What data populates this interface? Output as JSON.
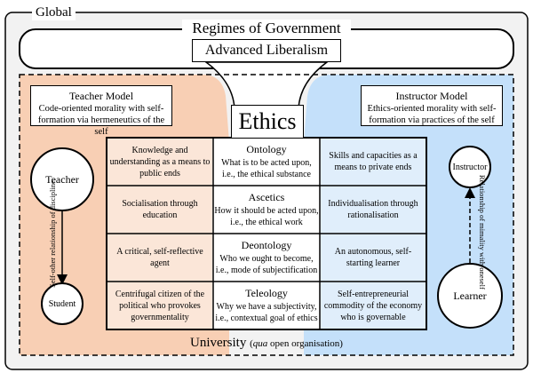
{
  "global_label": "Global",
  "regimes_label": "Regimes of Government",
  "advanced_liberalism": "Advanced Liberalism",
  "ethics_label": "Ethics",
  "university": {
    "main": "University",
    "qua": "qua",
    "rest": " open organisation)"
  },
  "teacher_model": {
    "title": "Teacher Model",
    "desc": "Code-oriented morality with self-formation via hermeneutics of the self"
  },
  "instructor_model": {
    "title": "Instructor Model",
    "desc": "Ethics-oriented morality with self-formation via practices of the self"
  },
  "left_nodes": {
    "teacher": "Teacher",
    "student": "Student",
    "relation": "Self-other relationship of discipline"
  },
  "right_nodes": {
    "instructor": "Instructor",
    "learner": "Learner",
    "relation": "Relationship of mimality with oneself"
  },
  "rows": [
    {
      "left": "Knowledge and understanding as a means to public ends",
      "head": "Ontology",
      "center": "What is to be acted upon, i.e., the ethical substance",
      "right": "Skills and capacities as a means to private ends"
    },
    {
      "left": "Socialisation through education",
      "head": "Ascetics",
      "center": "How it should be acted upon, i.e., the ethical work",
      "right": "Individualisation through rationalisation"
    },
    {
      "left": "A critical, self-reflective agent",
      "head": "Deontology",
      "center": "Who we ought to become, i.e., mode of subjectification",
      "right": "An autonomous, self-starting learner"
    },
    {
      "left": "Centrifugal citizen of the political who provokes governmentality",
      "head": "Teleology",
      "center": "Why we have a subjectivity, i.e., contextual goal of ethics",
      "right": "Self-entrepreneurial commodity of the economy who is governable"
    }
  ],
  "colors": {
    "left_region": "#f8cfb4",
    "left_cell": "#fbe6d8",
    "right_region": "#c4e0fa",
    "right_cell": "#e0eefb",
    "outer_fill": "#f2f2f2"
  }
}
